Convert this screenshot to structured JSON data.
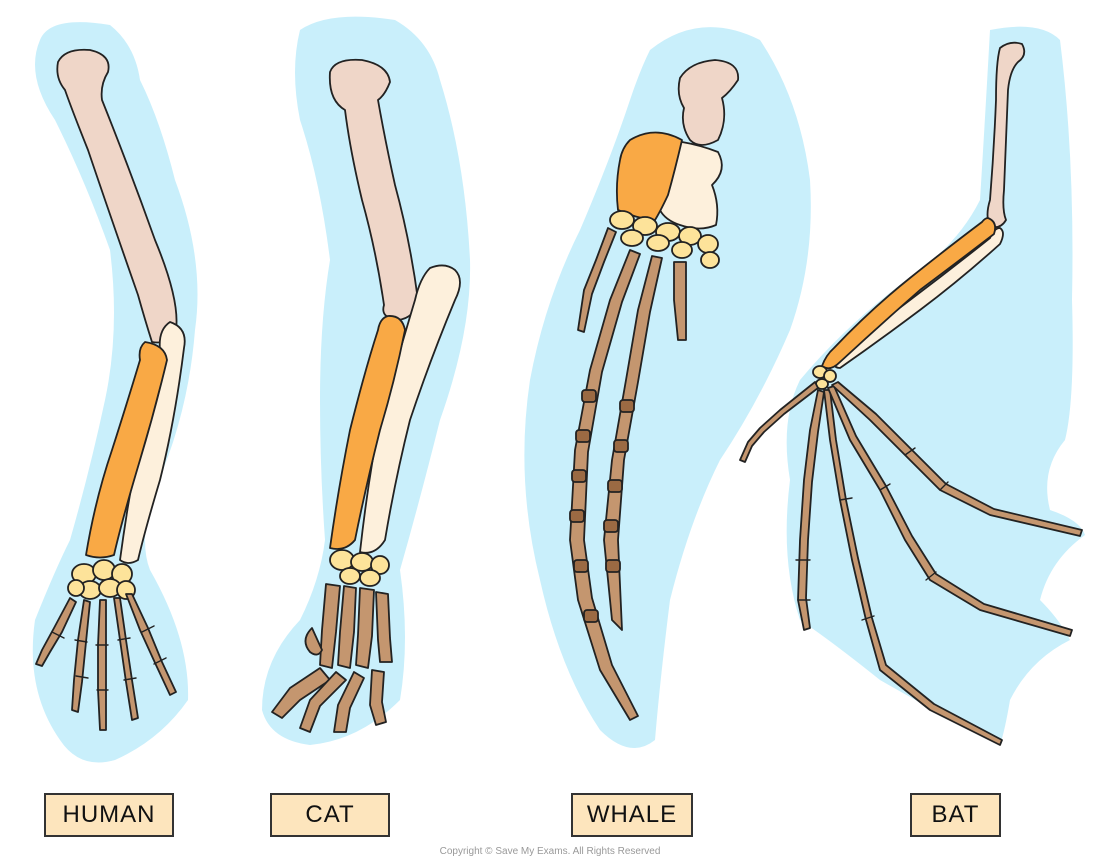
{
  "labels": {
    "human": "HUMAN",
    "cat": "CAT",
    "whale": "WHALE",
    "bat": "BAT"
  },
  "copyright": "Copyright © Save My Exams. All Rights Reserved",
  "colors": {
    "body_outline": "#c9effb",
    "humerus": "#efd6c8",
    "radius": "#f9a945",
    "ulna": "#fdf0dc",
    "carpals": "#fde39a",
    "phalanges": "#c4966f",
    "phalanges_dark": "#9b6a43",
    "label_fill": "#fde5bd",
    "outline": "#222222"
  }
}
